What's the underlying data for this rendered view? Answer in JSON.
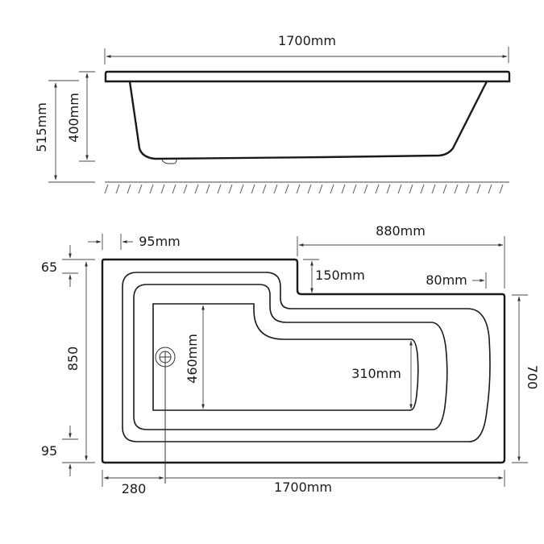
{
  "side_view": {
    "length_label": "1700mm",
    "total_height_label": "515mm",
    "depth_label": "400mm",
    "floor": "hatched-floor-line"
  },
  "plan_view": {
    "top_offset_label": "65",
    "left_rim_label": "95mm",
    "height_label": "850",
    "bottom_offset_label": "95",
    "waste_offset_label": "280",
    "length_label": "1700mm",
    "shower_section_length_label": "880mm",
    "step_depth_label": "150mm",
    "right_rim_label": "80mm",
    "narrow_width_label": "700",
    "inner_wide_label": "460mm",
    "inner_narrow_label": "310mm",
    "waste": "plug-hole"
  },
  "colors": {
    "line": "#1a1a1a",
    "background": "#ffffff"
  }
}
